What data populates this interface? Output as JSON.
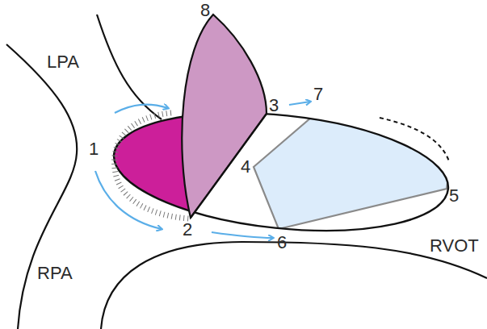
{
  "diagram": {
    "labels": [
      "LPA",
      "RPA",
      "RVOT",
      "1",
      "2",
      "3",
      "4",
      "5",
      "6",
      "7",
      "8"
    ]
  }
}
